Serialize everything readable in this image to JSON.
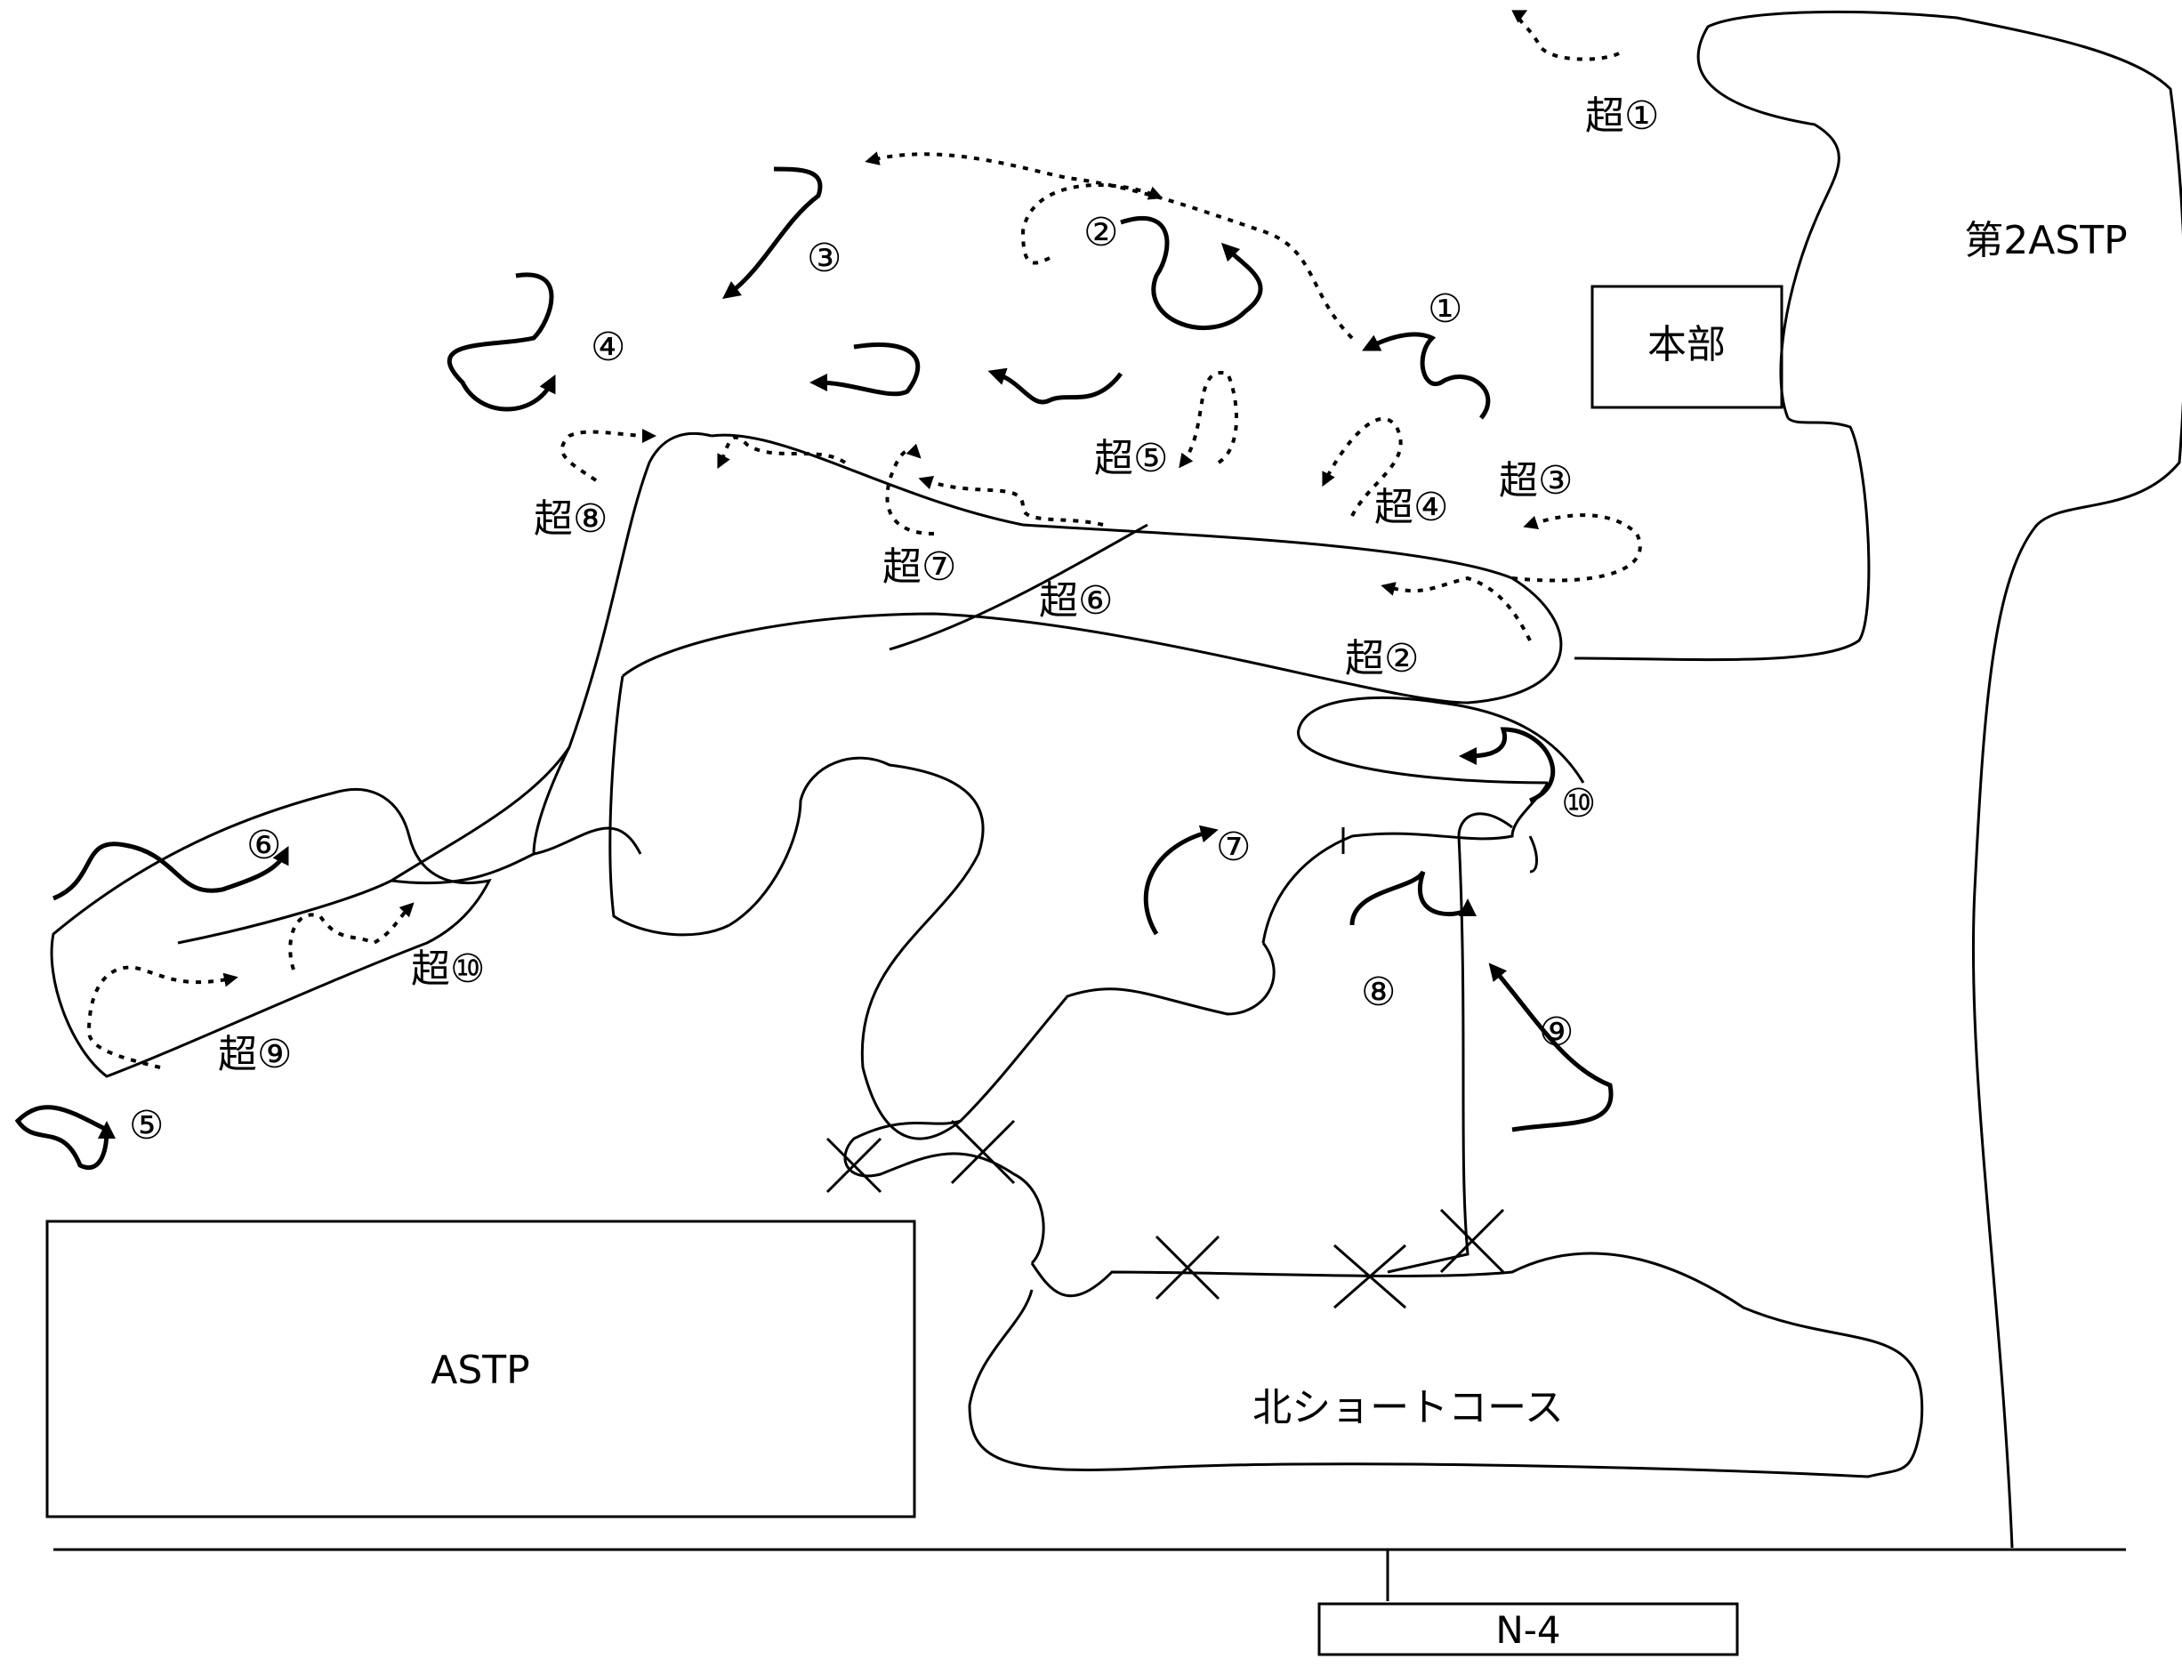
{
  "map": {
    "labels": {
      "honbu": "本部",
      "astp2": "第2ASTP",
      "astp": "ASTP",
      "north_short": "北ショートコース",
      "n4": "N-4"
    },
    "course_markers": [
      "①",
      "②",
      "③",
      "④",
      "⑤",
      "⑥",
      "⑦",
      "⑧",
      "⑨",
      "⑩"
    ],
    "super_markers": [
      "超①",
      "超②",
      "超③",
      "超④",
      "超⑤",
      "超⑥",
      "超⑦",
      "超⑧",
      "超⑨",
      "超⑩"
    ],
    "colors": {
      "ink": "#000000",
      "paper": "#ffffff"
    }
  }
}
